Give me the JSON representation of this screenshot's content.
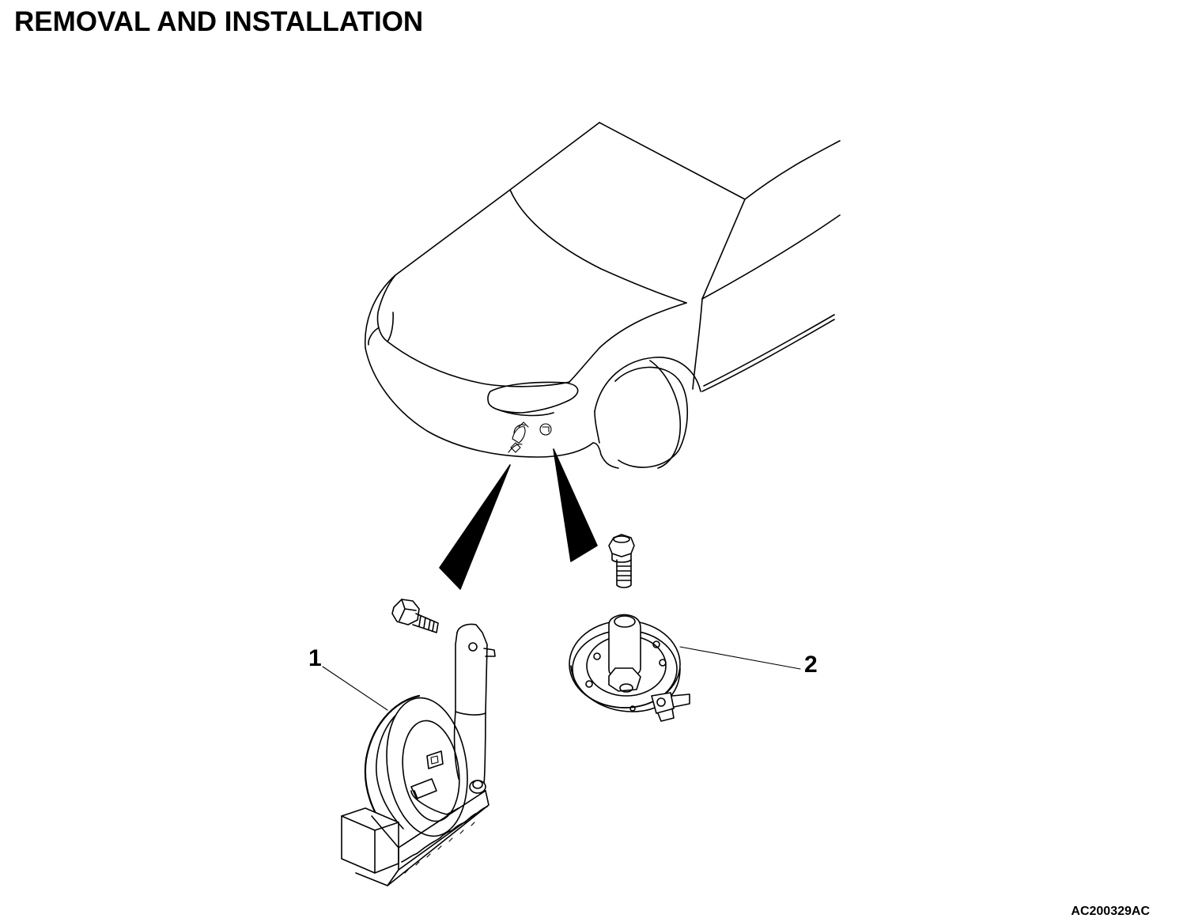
{
  "header": {
    "title": "REMOVAL AND INSTALLATION"
  },
  "callouts": {
    "item_1": "1",
    "item_2": "2"
  },
  "figure_code": "AC200329AC"
}
